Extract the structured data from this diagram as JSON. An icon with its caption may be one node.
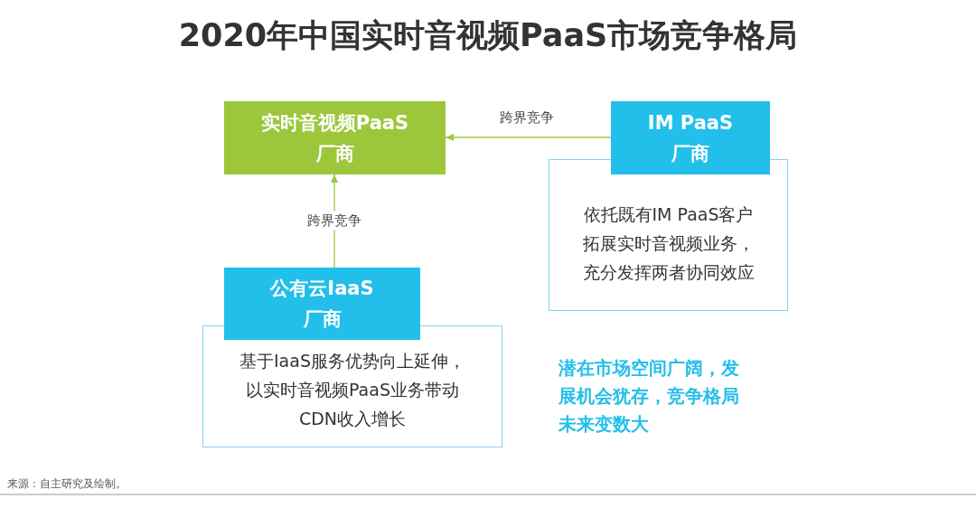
{
  "diagram": {
    "title": "2020年中国实时音视频PaaS市场竞争格局",
    "nodes": [
      {
        "text": [
          "实时音视频PaaS厂商"
        ]
      },
      {
        "text": [
          "IM PaaS厂商"
        ]
      },
      {
        "text": [
          "依托既有IM PaaS客户拓展实时音视频业务，充分发挥两者协同效应"
        ]
      },
      {
        "text": [
          "公有云IaaS厂商"
        ]
      },
      {
        "text": [
          "基于IaaS服务优势向上延伸，以实时音视频PaaS业务带动CDN收入增长"
        ]
      }
    ],
    "edges": [
      {
        "from": 1,
        "to": 0,
        "arrow": "to",
        "label": "跨界竞争"
      },
      {
        "from": 3,
        "to": 0,
        "arrow": "to",
        "label": "跨界竞争"
      }
    ],
    "labels": [
      "潜在市场空间广阔，发展机会犹存，竞争格局未来变数大",
      "来源：自主研究及绘制。"
    ]
  }
}
